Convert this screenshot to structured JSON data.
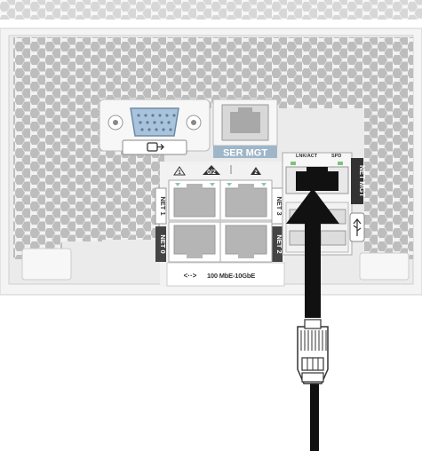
{
  "labels": {
    "ser_mgt": "SER MGT",
    "net_mgt": "NET MGT",
    "lnk_act": "LNK/ACT",
    "spd": "SPD",
    "net0": "NET 0",
    "net1": "NET 1",
    "net2": "NET 2",
    "net3": "NET 3",
    "speed": "100 MbE-10GbE",
    "tri1": "1",
    "tri02": "0/2",
    "tri2": "2",
    "arrow_glyph": "<··>"
  },
  "icons": {
    "video_port": "vga-display-icon",
    "usb_port": "usb-icon",
    "cable": "rj45-cable-icon",
    "insert_arrow": "down-arrow-icon"
  },
  "colors": {
    "panel": "#f2f2f2",
    "hole": "#bdbdbd",
    "ser_mgt_bg": "#9fb6c9",
    "label_dark": "#333333",
    "led_green": "#7bc47b",
    "arrow": "#111111"
  }
}
